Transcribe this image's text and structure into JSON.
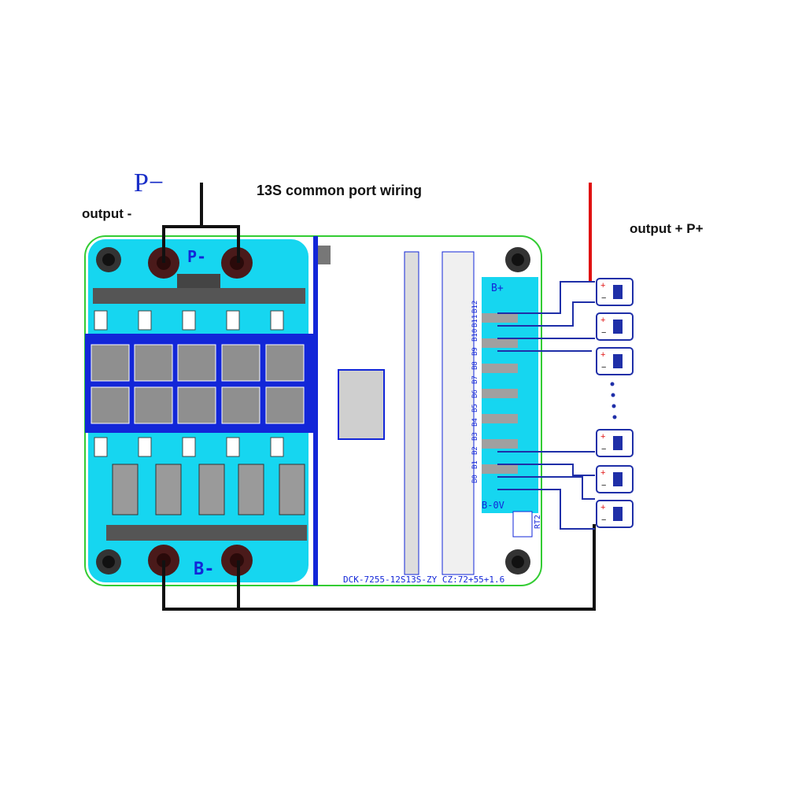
{
  "title": "13S common port wiring",
  "labels": {
    "output_negative": "output -",
    "output_positive": "output + P+",
    "p_minus_large": "P−",
    "p_minus_board": "P-",
    "b_minus_board": "B-",
    "b_plus_board": "B+",
    "b_zero_v": "B-0V",
    "board_part_number": "DCK-7255-12S13S-ZY   CZ:72+55+1.6",
    "ntc_label": "RT2",
    "cell_pin_labels": [
      "B12",
      "B11",
      "B10",
      "B9",
      "B8",
      "B7",
      "B6",
      "B5",
      "B4",
      "B3",
      "B2",
      "B1",
      "B0"
    ]
  },
  "cells": {
    "count_shown": 6,
    "plus_symbol": "+",
    "minus_symbol": "−"
  },
  "colors": {
    "pcb_cyan": "#16d6f0",
    "pcb_blue": "#1226d8",
    "board_outline": "#33cc33",
    "wire_black": "#111111",
    "wire_red": "#e01010",
    "wire_blue": "#1f2fa8",
    "mosfet_gray": "#8f8f8f"
  }
}
